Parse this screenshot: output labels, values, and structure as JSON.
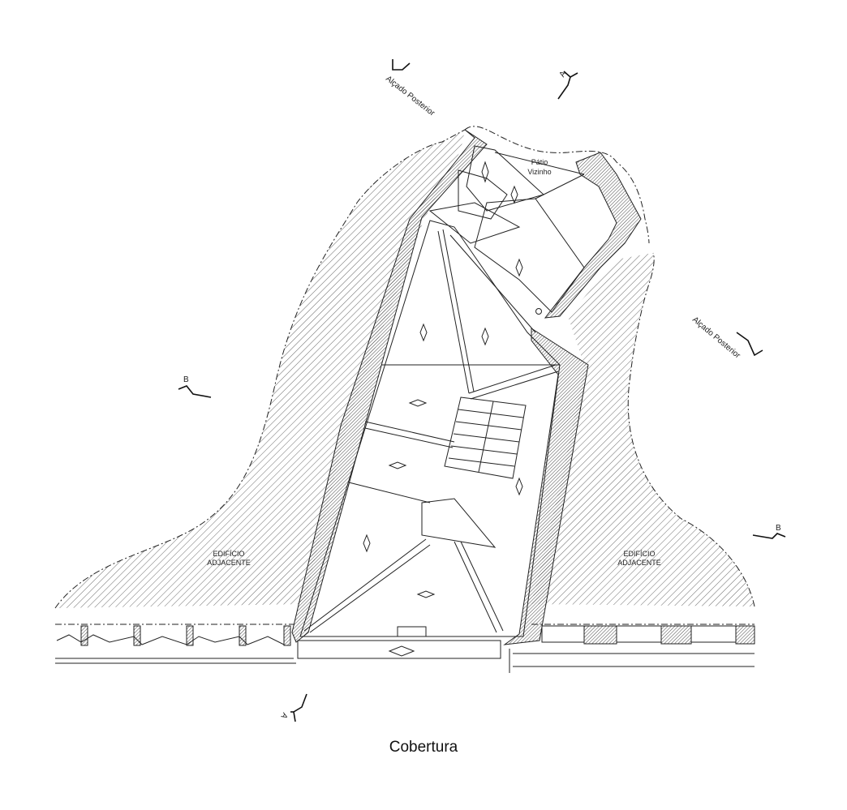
{
  "drawing": {
    "title": "Cobertura",
    "labels": {
      "patio_line1": "Pátio",
      "patio_line2": "Vizinho",
      "adjacent_left_line1": "EDIFÍCIO",
      "adjacent_left_line2": "ADJACENTE",
      "adjacent_right_line1": "EDIFÍCIO",
      "adjacent_right_line2": "ADJACENTE",
      "elevation_top": "Alçado Posterior",
      "elevation_right": "Alçado Posterior"
    },
    "section_marks": {
      "a_top": "A",
      "a_bottom": "A",
      "b_left": "B",
      "b_right": "B"
    },
    "colors": {
      "line": "#1a1a1a",
      "hatch": "#333333",
      "wall": "#7a7a7a"
    }
  }
}
